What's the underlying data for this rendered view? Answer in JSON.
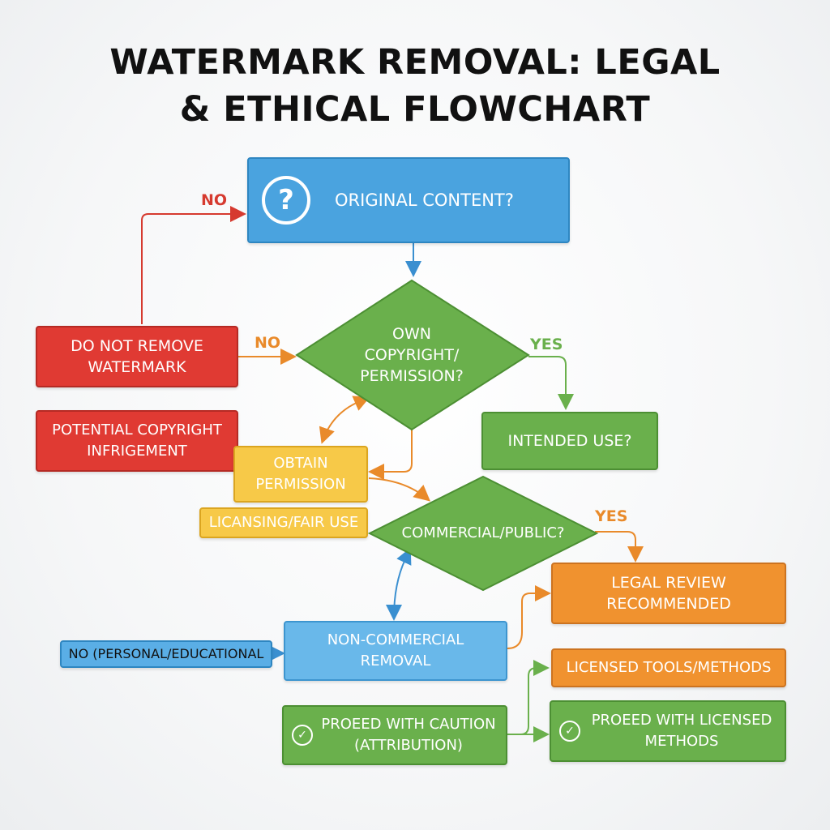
{
  "title": {
    "line1": "WATERMARK REMOVAL: LEGAL",
    "line2": "& ETHICAL FLOWCHART"
  },
  "nodes": {
    "original_content": {
      "label": "ORIGINAL CONTENT?",
      "icon": "question-circle-icon"
    },
    "own_copyright": {
      "label": "OWN COPYRIGHT/ PERMISSION?"
    },
    "do_not_remove": {
      "label": "DO NOT REMOVE WATERMARK"
    },
    "potential_infringement": {
      "label": "POTENTIAL COPYRIGHT INFRIGEMENT"
    },
    "intended_use": {
      "label": "INTENDED USE?"
    },
    "obtain_permission": {
      "label": "OBTAIN PERMISSION"
    },
    "licensing_fair_use": {
      "label": "LICANSING/FAIR USE"
    },
    "commercial_public": {
      "label": "COMMERCIAL/PUBLIC?"
    },
    "legal_review": {
      "label": "LEGAL REVIEW RECOMMENDED"
    },
    "non_commercial_removal": {
      "label": "NON-COMMERCIAL REMOVAL"
    },
    "no_personal_educational": {
      "label": "NO (PERSONAL/EDUCATIONAL"
    },
    "licensed_tools": {
      "label": "LICENSED TOOLS/METHODS"
    },
    "proceed_caution": {
      "label": "PROEED WITH CAUTION (ATTRIBUTION)",
      "icon": "check-circle-icon"
    },
    "proceed_licensed": {
      "label": "PROEED WITH LICENSED METHODS",
      "icon": "check-circle-icon"
    }
  },
  "edge_labels": {
    "no_top": "NO",
    "no_left": "NO",
    "yes_right": "YES",
    "yes_commercial": "YES"
  },
  "colors": {
    "blue": "#4aa3df",
    "red": "#e03a33",
    "green": "#6ab04c",
    "yellow": "#f7c948",
    "orange": "#f0922f"
  }
}
